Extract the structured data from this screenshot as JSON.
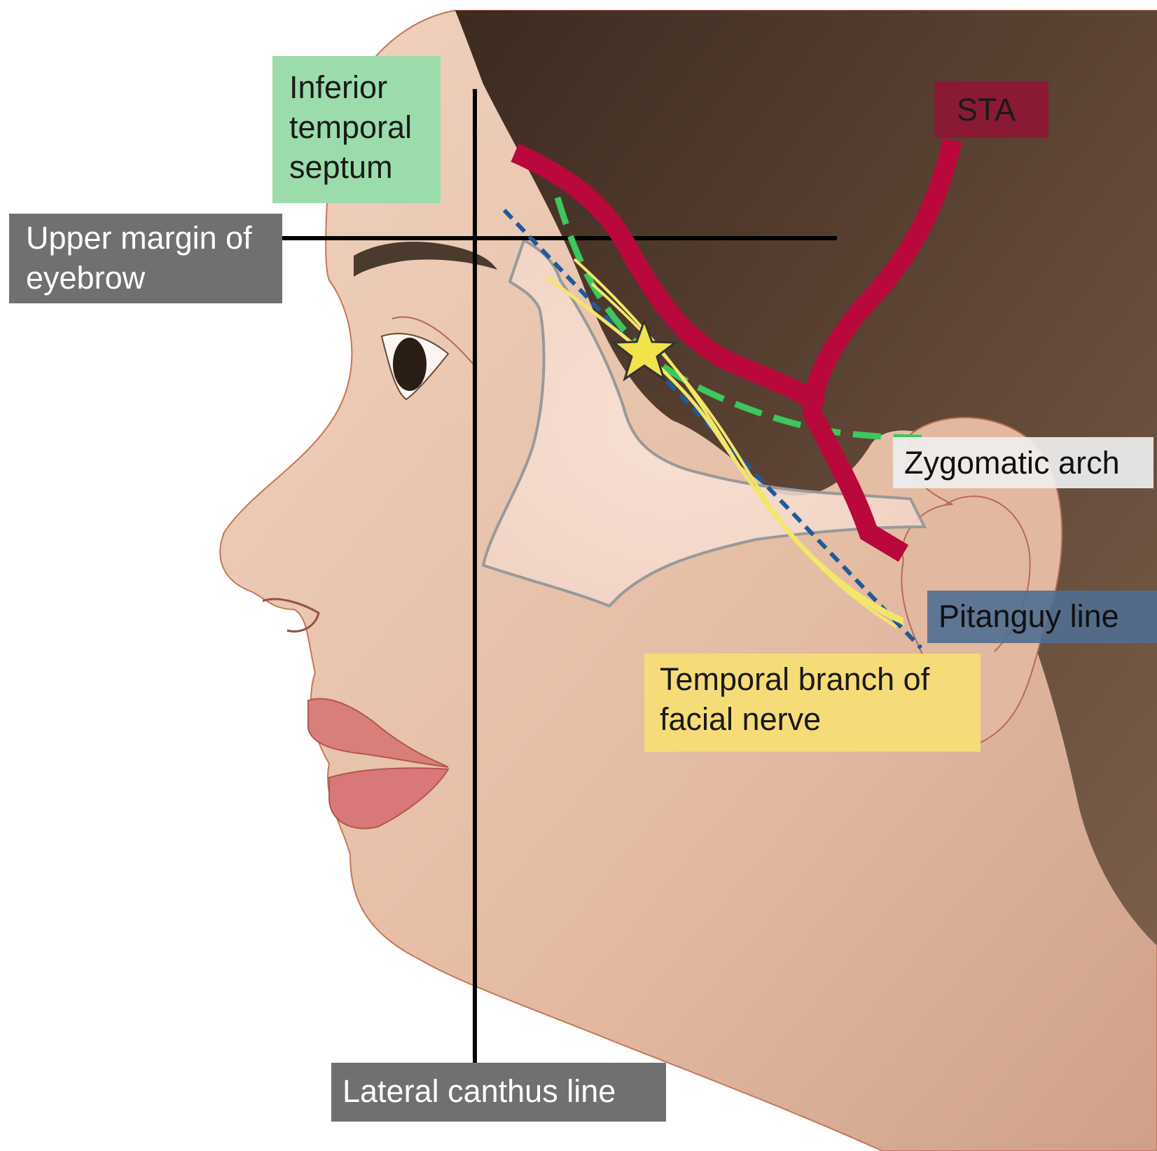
{
  "labels": {
    "septum": [
      "Inferior",
      "temporal",
      "septum"
    ],
    "eyebrow": [
      "Upper margin of",
      "eyebrow"
    ],
    "sta": "STA",
    "zygomatic": "Zygomatic arch",
    "pitanguy": "Pitanguy line",
    "nerve": [
      "Temporal branch of",
      "facial nerve"
    ],
    "canthus": "Lateral canthus line"
  },
  "colors": {
    "skin": "#e6bfa6",
    "hair": "#5a4232",
    "sta": "#b8083c",
    "septum_dash": "#3cc85a",
    "pitanguy_dash": "#1f5a9a",
    "nerve": "#f4e66a",
    "star": "#f2e34a"
  }
}
